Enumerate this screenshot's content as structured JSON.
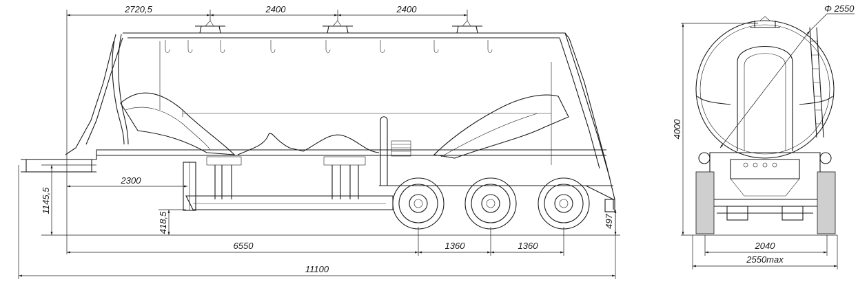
{
  "dimensions": {
    "front_overhang": "2720,5",
    "hatch_spacing_1": "2400",
    "hatch_spacing_2": "2400",
    "kingpin_to_leg": "2300",
    "coupling_height": "1145,5",
    "frame_height": "418,5",
    "kingpin_to_axle": "6550",
    "axle_spacing_1": "1360",
    "axle_spacing_2": "1360",
    "rear_height": "497",
    "overall_length": "11100",
    "overall_height": "4000",
    "tank_diameter": "Φ 2550",
    "track_width": "2040",
    "overall_width": "2550max"
  }
}
